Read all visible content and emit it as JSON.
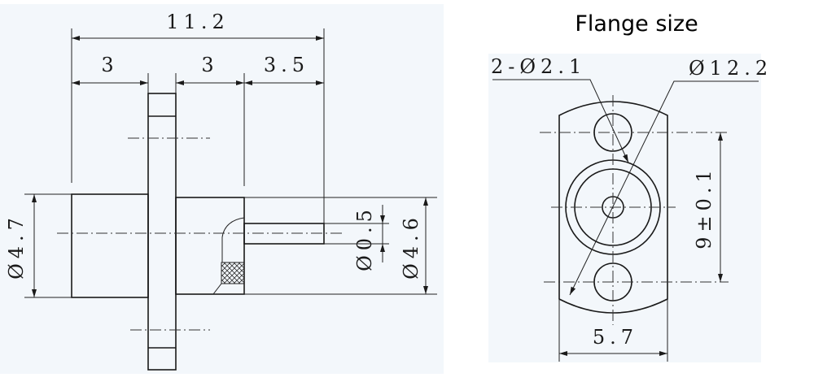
{
  "side_view": {
    "overall_length": "11.2",
    "rear_body_length": "3",
    "front_body_length": "3",
    "pin_length": "3.5",
    "rear_diameter": "Ø4.7",
    "pin_diameter": "Ø0.5",
    "front_diameter": "Ø4.6"
  },
  "flange_view": {
    "title": "Flange size",
    "hole_callout": "2-Ø2.1",
    "flange_diameter": "Ø12.2",
    "hole_spacing": "9±0.1",
    "flange_width": "5.7"
  },
  "colors": {
    "panel_bg": "#f3f7fb",
    "line": "#1a1a1a"
  }
}
